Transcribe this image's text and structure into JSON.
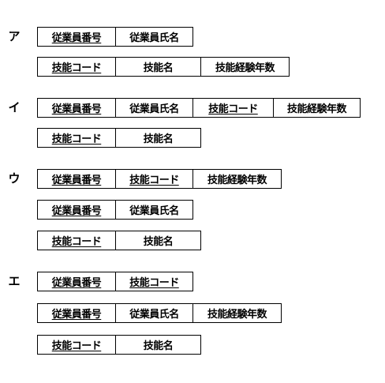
{
  "options": [
    {
      "label": "ア",
      "tables": [
        [
          "従業員番号",
          "従業員氏名"
        ],
        [
          "技能コード",
          "技能名",
          "技能経験年数"
        ]
      ]
    },
    {
      "label": "イ",
      "tables": [
        [
          "従業員番号",
          "従業員氏名",
          "技能コード",
          "技能経験年数"
        ],
        [
          "技能コード",
          "技能名"
        ]
      ]
    },
    {
      "label": "ウ",
      "tables": [
        [
          "従業員番号",
          "技能コード",
          "技能経験年数"
        ],
        [
          "従業員番号",
          "従業員氏名"
        ],
        [
          "技能コード",
          "技能名"
        ]
      ]
    },
    {
      "label": "エ",
      "tables": [
        [
          "従業員番号",
          "技能コード"
        ],
        [
          "従業員番号",
          "従業員氏名",
          "技能経験年数"
        ],
        [
          "技能コード",
          "技能名"
        ]
      ]
    }
  ]
}
